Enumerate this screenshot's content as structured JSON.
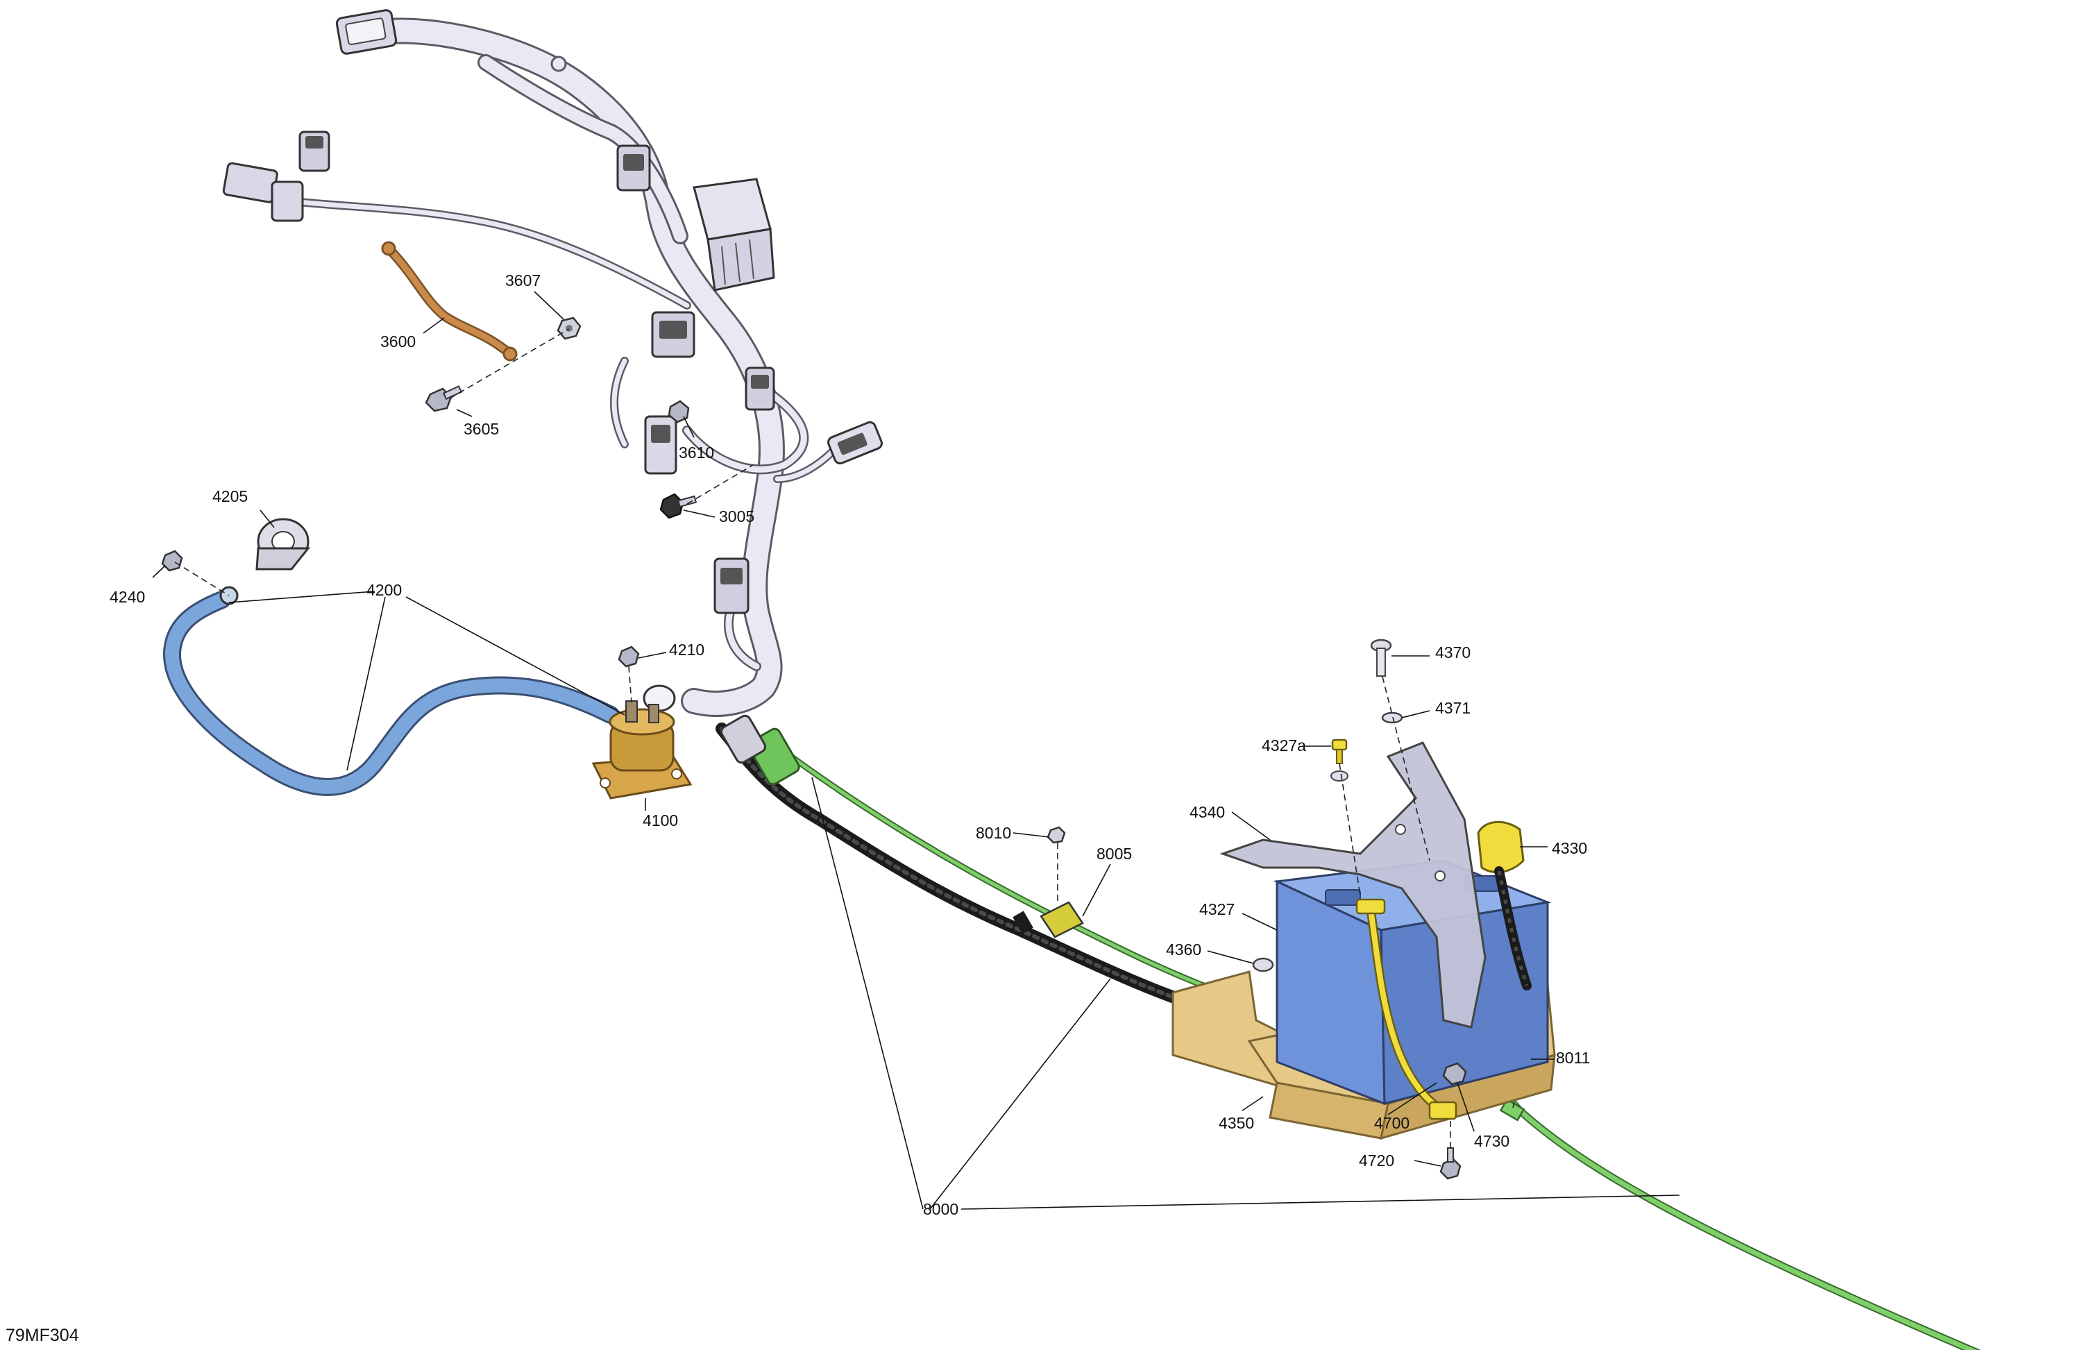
{
  "figure_id": "79MF304",
  "colors": {
    "harness": "#e9e9f3",
    "harness_outline": "#5b5b66",
    "positive_cable": "#7aa6dc",
    "ground_cable": "#7fd06b",
    "conduit": "#1b1b1b",
    "battery": "#6f93db",
    "battery_tray": "#e6c987",
    "bracket": "#c3c3d8",
    "brass": "#c99a3a",
    "yellow_boot": "#f1dc3e",
    "copper_strap": "#c98a4a"
  },
  "callouts": [
    {
      "id": "c3600",
      "label": "3600"
    },
    {
      "id": "c3607",
      "label": "3607"
    },
    {
      "id": "c3605",
      "label": "3605"
    },
    {
      "id": "c3610",
      "label": "3610"
    },
    {
      "id": "c3005",
      "label": "3005"
    },
    {
      "id": "c4205",
      "label": "4205"
    },
    {
      "id": "c4240",
      "label": "4240"
    },
    {
      "id": "c4200",
      "label": "4200"
    },
    {
      "id": "c4210",
      "label": "4210"
    },
    {
      "id": "c4100",
      "label": "4100"
    },
    {
      "id": "c8010",
      "label": "8010"
    },
    {
      "id": "c8005",
      "label": "8005"
    },
    {
      "id": "c4370",
      "label": "4370"
    },
    {
      "id": "c4371",
      "label": "4371"
    },
    {
      "id": "c4327a",
      "label": "4327a"
    },
    {
      "id": "c4340",
      "label": "4340"
    },
    {
      "id": "c4330",
      "label": "4330"
    },
    {
      "id": "c4327",
      "label": "4327"
    },
    {
      "id": "c4360",
      "label": "4360"
    },
    {
      "id": "c8011",
      "label": "8011"
    },
    {
      "id": "c4350",
      "label": "4350"
    },
    {
      "id": "c4700",
      "label": "4700"
    },
    {
      "id": "c4730",
      "label": "4730"
    },
    {
      "id": "c4720",
      "label": "4720"
    },
    {
      "id": "c8000",
      "label": "8000"
    }
  ]
}
